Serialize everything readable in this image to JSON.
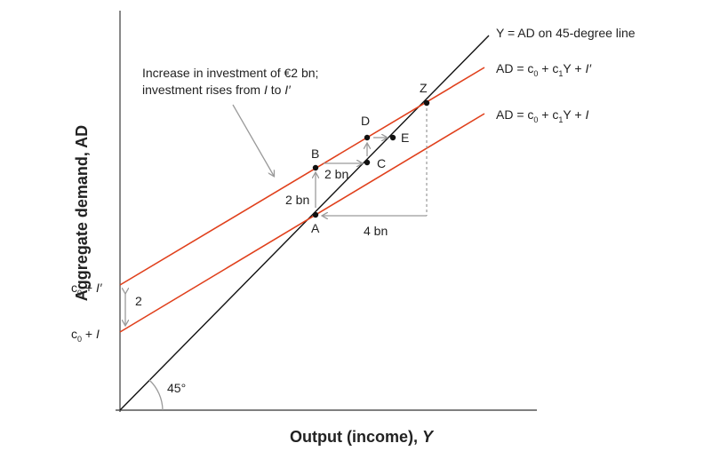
{
  "axes": {
    "x_title": "Output (income), ",
    "x_title_var": "Y",
    "y_title": "Aggregate demand, AD"
  },
  "lines": {
    "forty_five": {
      "label": "Y = AD on 45-degree line"
    },
    "ad_new": {
      "label": {
        "lhs": "AD = c",
        "sub0": "0",
        "mid": " + c",
        "sub1": "1",
        "tail": "Y + ",
        "inv": "I′"
      }
    },
    "ad_old": {
      "label": {
        "lhs": "AD = c",
        "sub0": "0",
        "mid": " + c",
        "sub1": "1",
        "tail": "Y + ",
        "inv": "I"
      }
    }
  },
  "intercepts": {
    "upper": {
      "c": "c",
      "sub": "0",
      "plus": " + ",
      "inv": "I′"
    },
    "lower": {
      "c": "c",
      "sub": "0",
      "plus": " + ",
      "inv": "I"
    },
    "gap": "2"
  },
  "annotation": {
    "line1": "Increase in investment of €2 bn;",
    "line2_pre": "investment rises from ",
    "line2_i": "I",
    "line2_mid": " to ",
    "line2_i2": "I′"
  },
  "points": {
    "A": "A",
    "B": "B",
    "C": "C",
    "D": "D",
    "E": "E",
    "Z": "Z"
  },
  "arrows": {
    "vertical": "2 bn",
    "horizontal": "2 bn",
    "span": "4 bn"
  },
  "angle": "45°",
  "colors": {
    "ad_lines": "#e0401c",
    "forty_five": "#111111",
    "arrows": "#9a9a9a",
    "axis": "#555555"
  }
}
